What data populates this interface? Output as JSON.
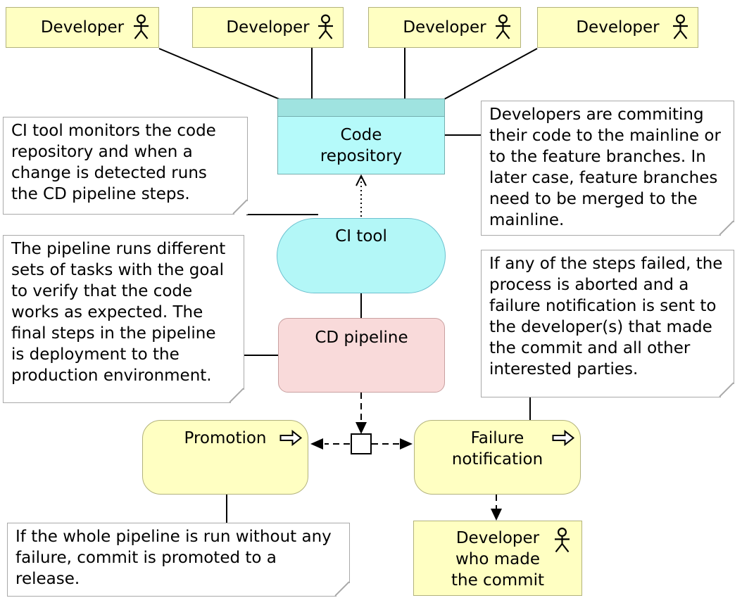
{
  "diagram": {
    "nodes": {
      "developers": [
        {
          "label": "Developer"
        },
        {
          "label": "Developer"
        },
        {
          "label": "Developer"
        },
        {
          "label": "Developer"
        }
      ],
      "code_repository": {
        "label": "Code\nrepository"
      },
      "ci_tool": {
        "label": "CI tool"
      },
      "cd_pipeline": {
        "label": "CD pipeline"
      },
      "promotion": {
        "label": "Promotion"
      },
      "failure_notification": {
        "label": "Failure\nnotification"
      },
      "developer_who_made_commit": {
        "label": "Developer\nwho made\nthe commit"
      }
    },
    "notes": {
      "ci_monitor": {
        "text": "CI tool monitors the code\nrepository and when a\nchange is detected runs\nthe CD pipeline steps."
      },
      "pipeline_tasks": {
        "text": "The pipeline runs different\nsets of tasks with the goal\nto verify that the code\nworks as expected. The\nfinal steps in the pipeline\nis deployment to the\nproduction environment."
      },
      "developers_commit": {
        "text": "Developers are commiting\ntheir code to the mainline or\nto the feature branches. In\nlater case, feature branches\nneed to be merged to the\nmainline."
      },
      "failure_flow": {
        "text": "If any of the steps failed, the\nprocess is aborted and a\nfailure notification is sent to\nthe developer(s) that made\nthe commit and all other\ninterested parties."
      },
      "promotion_release": {
        "text": "If the whole pipeline is run without any\nfailure, commit is promoted to a\nrelease."
      }
    },
    "icons": {
      "actor": "actor-icon",
      "process_arrow": "process-arrow-icon",
      "junction": "junction-square"
    },
    "colors": {
      "actor_fill": "#ffffc2",
      "actor_border": "#b2b27c",
      "repo_header_fill": "#9fe3e0",
      "repo_body_fill": "#b5fafa",
      "repo_border": "#74aeae",
      "ci_fill": "#b3f7f7",
      "ci_border": "#6cc0cf",
      "cd_fill": "#f9dada",
      "cd_border": "#c9a0a0",
      "note_border": "#a9a9a9",
      "connector": "#000000"
    }
  }
}
